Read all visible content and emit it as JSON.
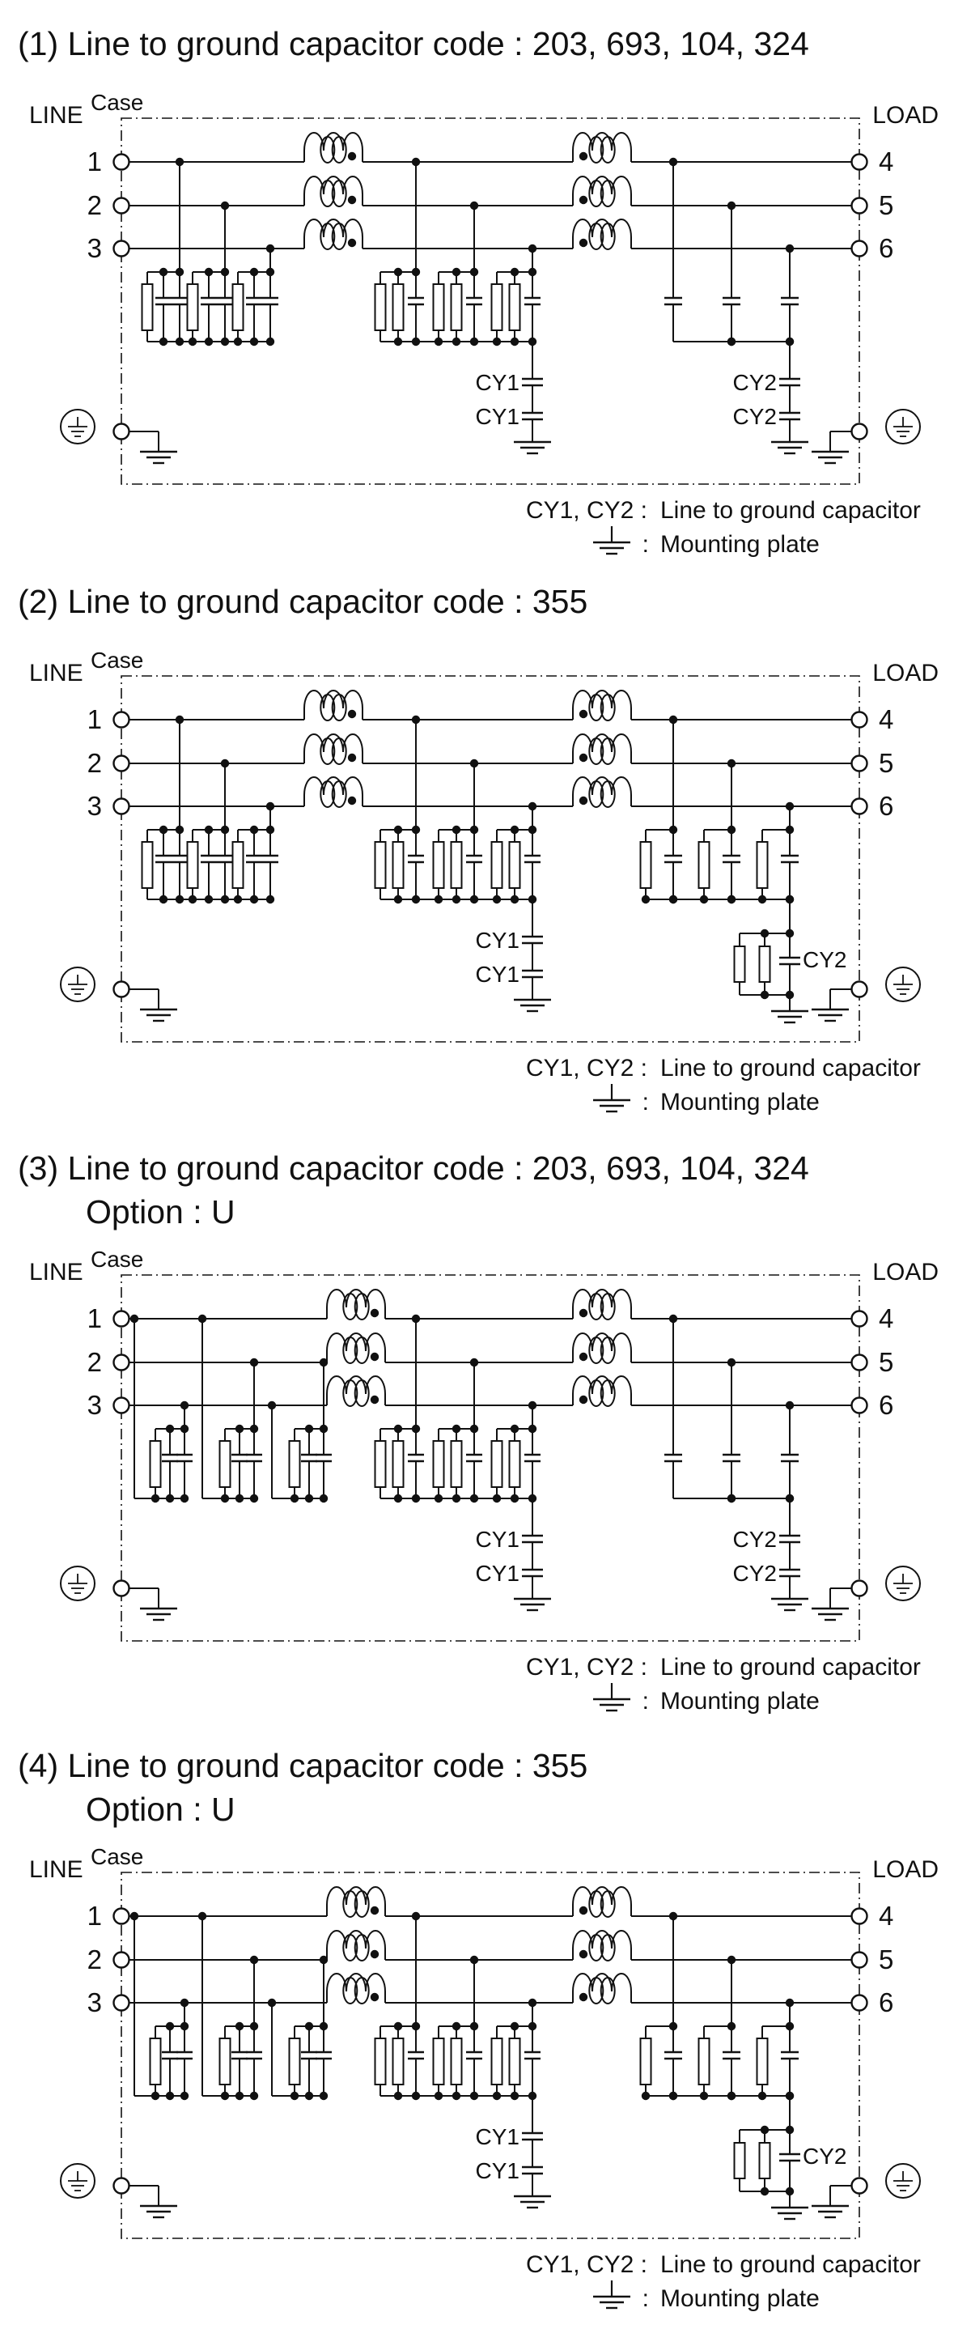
{
  "colors": {
    "bg": "#ffffff",
    "ink": "#111111"
  },
  "labels": {
    "line": "LINE",
    "load": "LOAD",
    "case": "Case",
    "terminals_left": [
      "1",
      "2",
      "3"
    ],
    "terminals_right": [
      "4",
      "5",
      "6"
    ],
    "cy1": "CY1",
    "cy2": "CY2"
  },
  "legend": {
    "cy_label": "CY1, CY2 :",
    "cy_desc": "Line to ground capacitor",
    "plate_colon": ":",
    "plate_desc": "Mounting plate"
  },
  "diagrams": [
    {
      "title_lines": [
        "(1) Line to ground capacitor code : 203, 693, 104, 324"
      ],
      "bank_a": "star",
      "bank_c": "plain",
      "cy2_style": "series"
    },
    {
      "title_lines": [
        "(2) Line to ground capacitor code : 355"
      ],
      "bank_a": "star",
      "bank_c": "res",
      "cy2_style": "parallel"
    },
    {
      "title_lines": [
        "(3) Line to ground capacitor code : 203, 693, 104, 324",
        "Option : U"
      ],
      "bank_a": "delta",
      "bank_c": "plain",
      "cy2_style": "series"
    },
    {
      "title_lines": [
        "(4) Line to ground capacitor code : 355",
        "Option : U"
      ],
      "bank_a": "delta",
      "bank_c": "res",
      "cy2_style": "parallel"
    }
  ]
}
